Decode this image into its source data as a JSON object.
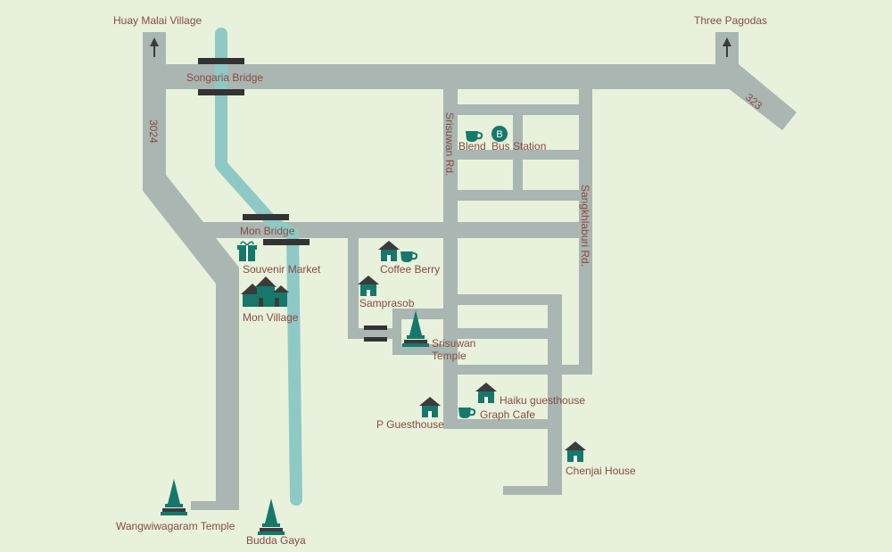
{
  "colors": {
    "background": "#e8f1dc",
    "road": "#a9b6b1",
    "river": "#8ec9c5",
    "bridge": "#333333",
    "landmark": "#16786a",
    "roof": "#3b3b3b",
    "label": "#8a4b43"
  },
  "directions": {
    "north_left": "Huay Malai Village",
    "north_right": "Three Pagodas"
  },
  "roads": {
    "route_3024": "3024",
    "route_323": "323",
    "srisuwan": "Srisuwan Rd.",
    "sangkhlaburi": "Sangkhlaburi Rd."
  },
  "bridges": {
    "songaria": "Songaria Bridge",
    "mon": "Mon Bridge"
  },
  "places": {
    "blend": "Blend",
    "bus_station": "Bus Station",
    "bus_letter": "B",
    "souvenir_market": "Souvenir Market",
    "coffee_berry": "Coffee Berry",
    "samprasob": "Samprasob",
    "mon_village": "Mon Village",
    "srisuwan_temple_1": "Srisuwan",
    "srisuwan_temple_2": "Temple",
    "haiku": "Haiku guesthouse",
    "p_guesthouse": "P Guesthouse",
    "graph_cafe": "Graph Cafe",
    "chenjai": "Chenjai House",
    "wangwiwagaram": "Wangwiwagaram Temple",
    "budda_gaya": "Budda Gaya"
  },
  "icons": {
    "arrow": "arrow-up-icon",
    "cup": "coffee-cup-icon",
    "house": "house-icon",
    "gift": "gift-icon",
    "village": "village-houses-icon",
    "pagoda": "pagoda-icon",
    "bus": "bus-station-icon"
  }
}
